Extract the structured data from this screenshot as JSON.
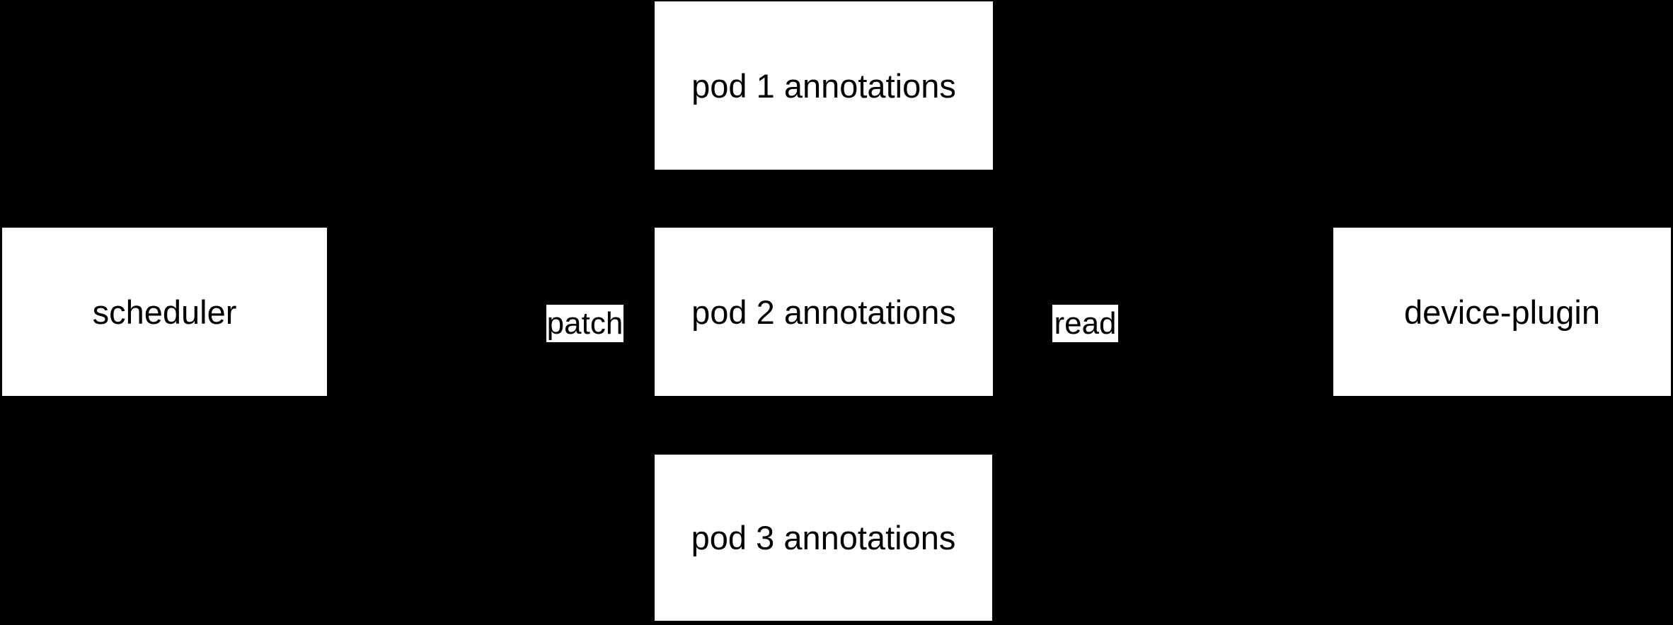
{
  "diagram": {
    "background_color": "#000000",
    "node_fill_color": "#ffffff",
    "text_color": "#000000",
    "nodes": [
      {
        "id": "scheduler",
        "label": "scheduler"
      },
      {
        "id": "pod1",
        "label": "pod 1 annotations"
      },
      {
        "id": "pod2",
        "label": "pod 2 annotations"
      },
      {
        "id": "pod3",
        "label": "pod 3 annotations"
      },
      {
        "id": "device-plugin",
        "label": "device-plugin"
      }
    ],
    "edge_labels": [
      {
        "id": "patch",
        "label": "patch"
      },
      {
        "id": "read",
        "label": "read"
      }
    ]
  }
}
